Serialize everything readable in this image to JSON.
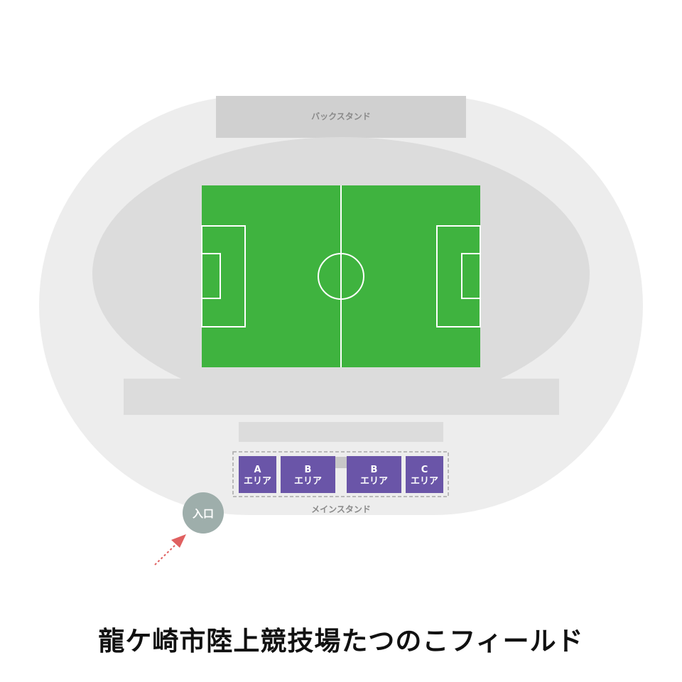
{
  "title": "龍ケ崎市陸上競技場たつのこフィールド",
  "stands": {
    "back": "バックスタンド",
    "main": "メインスタンド"
  },
  "areas": [
    {
      "id": "a",
      "letter": "A",
      "label": "エリア"
    },
    {
      "id": "b1",
      "letter": "B",
      "label": "エリア"
    },
    {
      "id": "b2",
      "letter": "B",
      "label": "エリア"
    },
    {
      "id": "c",
      "letter": "C",
      "label": "エリア"
    }
  ],
  "entrance": "入口",
  "colors": {
    "pitch": "#3fb33f",
    "area": "#6a55a8",
    "entrance": "#9eaeab",
    "arrow": "#e06060"
  }
}
